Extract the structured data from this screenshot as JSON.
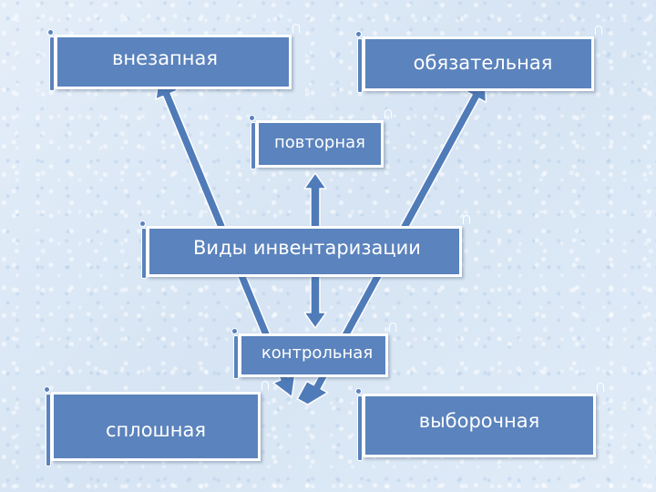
{
  "diagram": {
    "center": "Виды инвентаризации",
    "nodes": {
      "vnezapnaya": "внезапная",
      "obyazatelnaya": "обязательная",
      "povtornaya": "повторная",
      "kontrolnaya": "контрольная",
      "sploshnaya": "сплошная",
      "vyborochnaya": "выборочная"
    },
    "colors": {
      "box_fill": "#5b83bd",
      "box_border": "#ffffff",
      "arrow_fill": "#4f7bb9",
      "background": "#dde9f6"
    }
  }
}
